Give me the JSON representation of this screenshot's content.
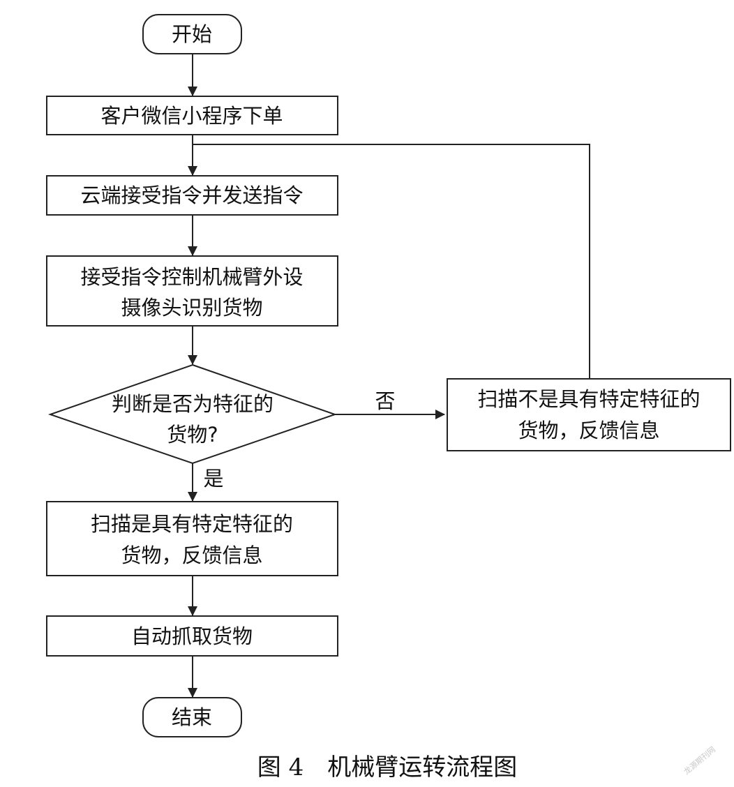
{
  "diagram": {
    "nodes": {
      "start": {
        "label": "开始"
      },
      "order": {
        "label": "客户微信小程序下单"
      },
      "cloud": {
        "label": "云端接受指令并发送指令"
      },
      "control": {
        "lines": [
          "接受指令控制机械臂外设",
          "摄像头识别货物"
        ]
      },
      "decision": {
        "lines": [
          "判断是否为特征的",
          "货物?"
        ]
      },
      "scan_yes": {
        "lines": [
          "扫描是具有特定特征的",
          "货物，反馈信息"
        ]
      },
      "scan_no": {
        "lines": [
          "扫描不是具有特定特征的",
          "货物，反馈信息"
        ]
      },
      "grab": {
        "label": "自动抓取货物"
      },
      "end": {
        "label": "结束"
      }
    },
    "edge_labels": {
      "no": "否",
      "yes": "是"
    },
    "caption": "图 4　机械臂运转流程图",
    "watermark": "龙源期刊网"
  }
}
